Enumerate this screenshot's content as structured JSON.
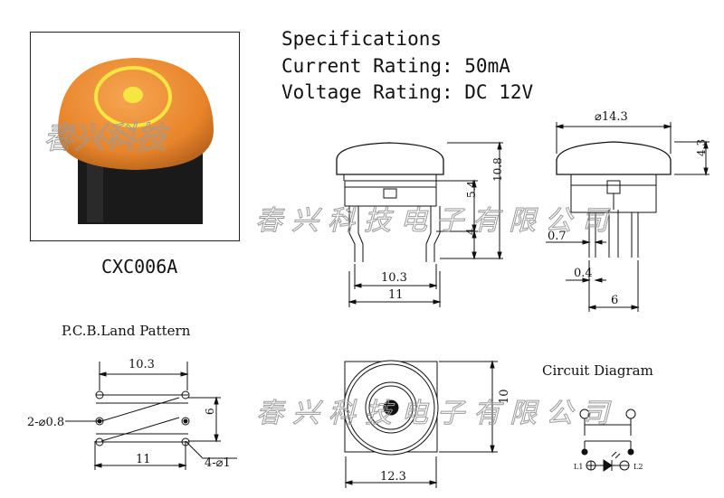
{
  "specs": {
    "heading": "Specifications",
    "current": "Current Rating: 50mA",
    "voltage": "Voltage Rating: DC 12V"
  },
  "product": {
    "model": "CXC006A",
    "watermark": "春兴科技",
    "cap_color": "#F08A2C",
    "ring_color": "#F5E642",
    "body_color": "#1a1a1a"
  },
  "side_view": {
    "height_total": "10.8",
    "body_height": "5.4",
    "pin_height": "4",
    "inner_width": "10.3",
    "outer_width": "11"
  },
  "end_view": {
    "cap_diameter": "⌀14.3",
    "cap_height": "4.3",
    "pin_width": "0.7",
    "pin_thickness": "0.4",
    "pin_spacing": "6"
  },
  "pcb": {
    "title": "P.C.B.Land Pattern",
    "top_width": "10.3",
    "bottom_width": "11",
    "height": "6",
    "hole_label_left": "2-⌀0.8",
    "hole_label_right": "4-⌀1"
  },
  "top_view": {
    "width": "12.3",
    "height": "10"
  },
  "circuit": {
    "title": "Circuit Diagram",
    "l1": "L1",
    "l2": "L2"
  },
  "watermark_company": "春兴科技电子有限公司"
}
